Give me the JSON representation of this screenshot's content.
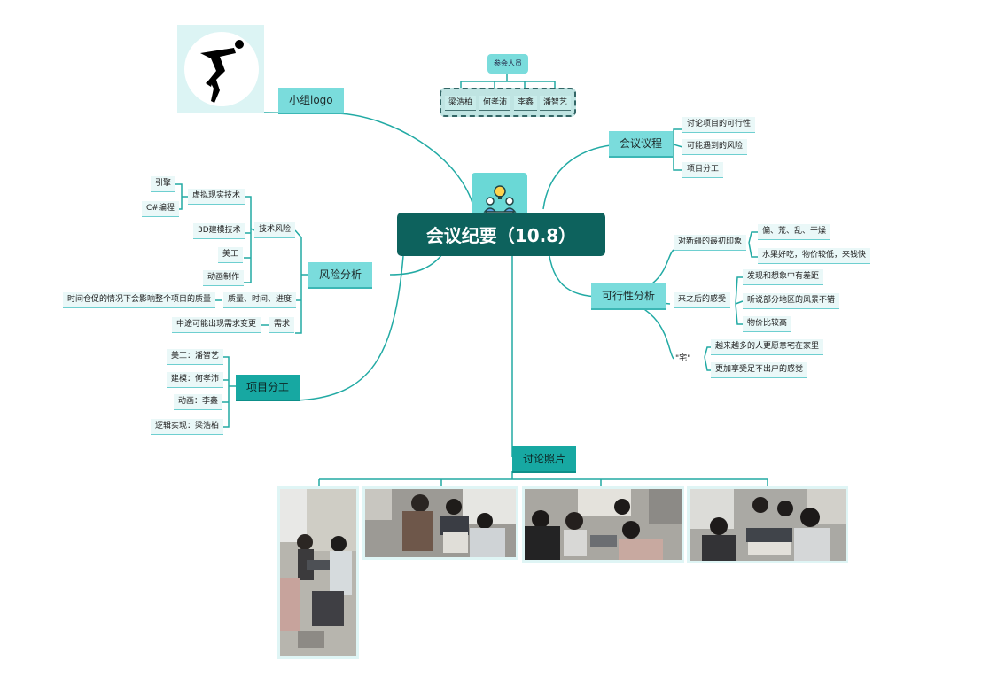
{
  "central": {
    "title": "会议纪要（10.8）",
    "icon": "meeting-idea-icon"
  },
  "logo": {
    "label": "小组logo",
    "icon": "jumping-figure-logo"
  },
  "attendees": {
    "title": "参会人员",
    "members": [
      "梁浩柏",
      "何孝沛",
      "李鑫",
      "潘智艺"
    ]
  },
  "agenda": {
    "title": "会议议程",
    "items": [
      "讨论项目的可行性",
      "可能遇到的风险",
      "项目分工"
    ]
  },
  "feasibility": {
    "title": "可行性分析",
    "groups": [
      {
        "label": "对新疆的最初印象",
        "items": [
          "偏、荒、乱、干燥",
          "水果好吃，物价较低，来钱快"
        ]
      },
      {
        "label": "来之后的感受",
        "items": [
          "发现和想象中有差距",
          "听说部分地区的风景不错",
          "物价比较高"
        ]
      },
      {
        "label": "\"宅\"",
        "items": [
          "越来越多的人更愿意宅在家里",
          "更加享受足不出户的感觉"
        ]
      }
    ]
  },
  "risk": {
    "title": "风险分析",
    "tech": {
      "label": "技术风险",
      "vr": "虚拟现实技术",
      "vr_items": [
        "引擎",
        "C#编程"
      ],
      "modeling": "3D建模技术",
      "art": "美工",
      "animation": "动画制作"
    },
    "quality": {
      "label": "质量、时间、进度",
      "desc": "时间仓促的情况下会影响整个项目的质量"
    },
    "demand": {
      "label": "需求",
      "desc": "中途可能出现需求变更"
    }
  },
  "division": {
    "title": "项目分工",
    "items": [
      "美工：潘智艺",
      "建模：何孝沛",
      "动画：李鑫",
      "逻辑实现：梁浩柏"
    ]
  },
  "photos": {
    "title": "讨论照片",
    "count": 4
  },
  "colors": {
    "central": "#0d625d",
    "branch": "#7adcdc",
    "line": "#1aa39e",
    "leaf_bg": "#eaf8f8"
  }
}
